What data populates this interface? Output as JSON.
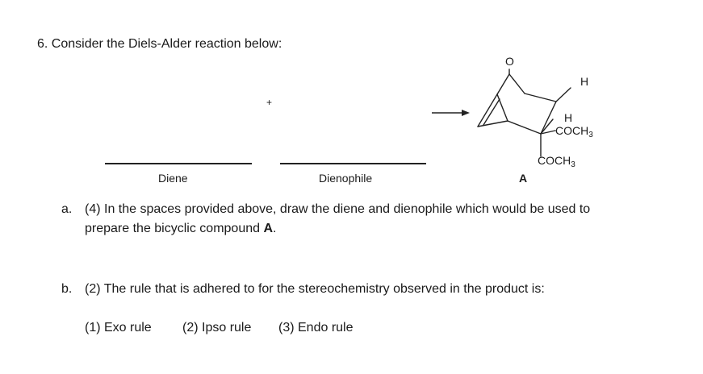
{
  "question": {
    "title": "6. Consider the Diels-Alder reaction below:",
    "plus": "+",
    "labels": {
      "diene": "Diene",
      "dienophile": "Dienophile",
      "product": "A"
    },
    "product_structure": {
      "oxygen": "O",
      "h_top": "H",
      "h_mid": "H",
      "coch3_1": "COCH",
      "coch3_2": "COCH",
      "subscript": "3"
    },
    "part_a": {
      "letter": "a.",
      "line1": "(4) In the spaces provided above, draw the diene and dienophile which would be used to",
      "line2_prefix": "prepare the bicyclic compound ",
      "line2_bold": "A",
      "line2_suffix": "."
    },
    "part_b": {
      "letter": "b.",
      "text": "(2) The rule that is adhered to for the stereochemistry observed in the product is:"
    },
    "options": [
      "(1)  Exo rule",
      "(2)  Ipso rule",
      "(3)  Endo rule"
    ]
  }
}
